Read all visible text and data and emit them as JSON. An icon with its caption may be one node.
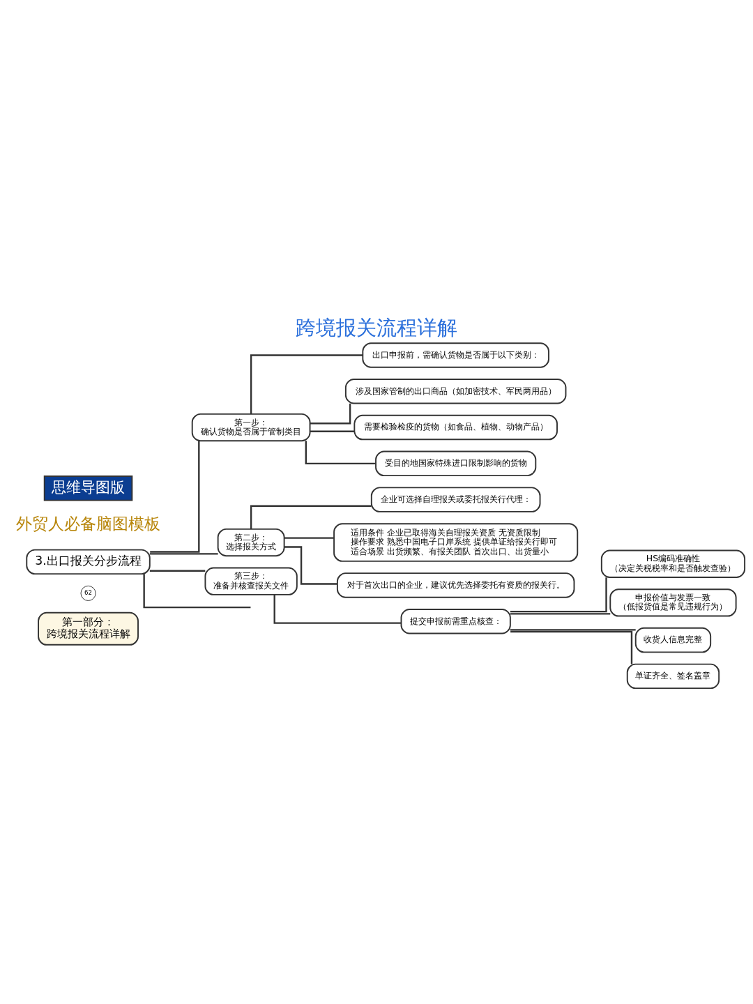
{
  "diagram": {
    "title": "跨境报关流程详解",
    "nodes": [
      {
        "text": [
          "第一部分：",
          "跨境报关流程详解"
        ]
      },
      {
        "text": [
          "62"
        ]
      },
      {
        "text": [
          "3.出口报关分步流程"
        ]
      },
      {
        "text": [
          "第一步：",
          "确认货物是否属于管制类目"
        ]
      },
      {
        "text": [
          "出口申报前，需确认货物是否属于以下类别："
        ]
      },
      {
        "text": [
          "涉及国家管制的出口商品（如加密技术、军民两用品）"
        ]
      },
      {
        "text": [
          "需要检验检疫的货物（如食品、植物、动物产品）"
        ]
      },
      {
        "text": [
          "受目的地国家特殊进口限制影响的货物"
        ]
      },
      {
        "text": [
          "第二步：",
          "选择报关方式"
        ]
      },
      {
        "text": [
          "企业可选择自理报关或委托报关行代理："
        ]
      },
      {
        "text": [
          "适用条件 企业已取得海关自理报关资质 无资质限制",
          "操作要求 熟悉中国电子口岸系统 提供单证给报关行即可",
          "适合场景 出货频繁、有报关团队 首次出口、出货量小"
        ]
      },
      {
        "text": [
          "对于首次出口的企业，建议优先选择委托有资质的报关行。"
        ]
      },
      {
        "text": [
          "第三步：",
          "准备并核查报关文件"
        ]
      },
      {
        "text": [
          "提交申报前需重点核查："
        ]
      },
      {
        "text": [
          "HS编码准确性",
          "（决定关税税率和是否触发查验）"
        ]
      },
      {
        "text": [
          "申报价值与发票一致",
          "（低报货值是常见违规行为）"
        ]
      },
      {
        "text": [
          "收货人信息完整"
        ]
      },
      {
        "text": [
          "单证齐全、签名盖章"
        ]
      }
    ],
    "edges": [
      {
        "from": 2,
        "to": 3,
        "arrow": "none"
      },
      {
        "from": 3,
        "to": 4,
        "arrow": "none"
      },
      {
        "from": 3,
        "to": 5,
        "arrow": "none"
      },
      {
        "from": 3,
        "to": 6,
        "arrow": "none"
      },
      {
        "from": 3,
        "to": 7,
        "arrow": "none"
      },
      {
        "from": 2,
        "to": 8,
        "arrow": "none"
      },
      {
        "from": 8,
        "to": 9,
        "arrow": "none"
      },
      {
        "from": 8,
        "to": 10,
        "arrow": "none"
      },
      {
        "from": 8,
        "to": 11,
        "arrow": "none"
      },
      {
        "from": 2,
        "to": 12,
        "arrow": "none"
      },
      {
        "from": 12,
        "to": 13,
        "arrow": "none"
      },
      {
        "from": 13,
        "to": 14,
        "arrow": "none"
      },
      {
        "from": 13,
        "to": 15,
        "arrow": "none"
      },
      {
        "from": 13,
        "to": 16,
        "arrow": "none"
      },
      {
        "from": 13,
        "to": 17,
        "arrow": "none"
      },
      {
        "from": 2,
        "to": null,
        "arrow": "none"
      }
    ],
    "labels": [
      "外贸人必备脑图模板",
      "思维导图版"
    ]
  }
}
